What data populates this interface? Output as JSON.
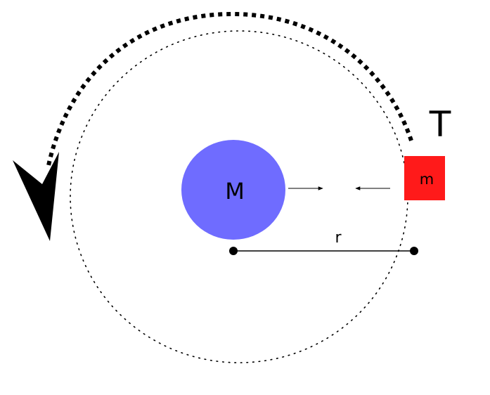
{
  "labels": {
    "period": "T",
    "central_mass": "M",
    "orbiting_mass": "m",
    "radius": "r"
  },
  "colors": {
    "central_mass": "#6f6cff",
    "orbiting_mass": "#ff1a1a",
    "ink": "#000000"
  },
  "icons": {
    "direction_arrow": "counterclockwise-arrow-icon",
    "force_arrow": "arrow-icon"
  }
}
